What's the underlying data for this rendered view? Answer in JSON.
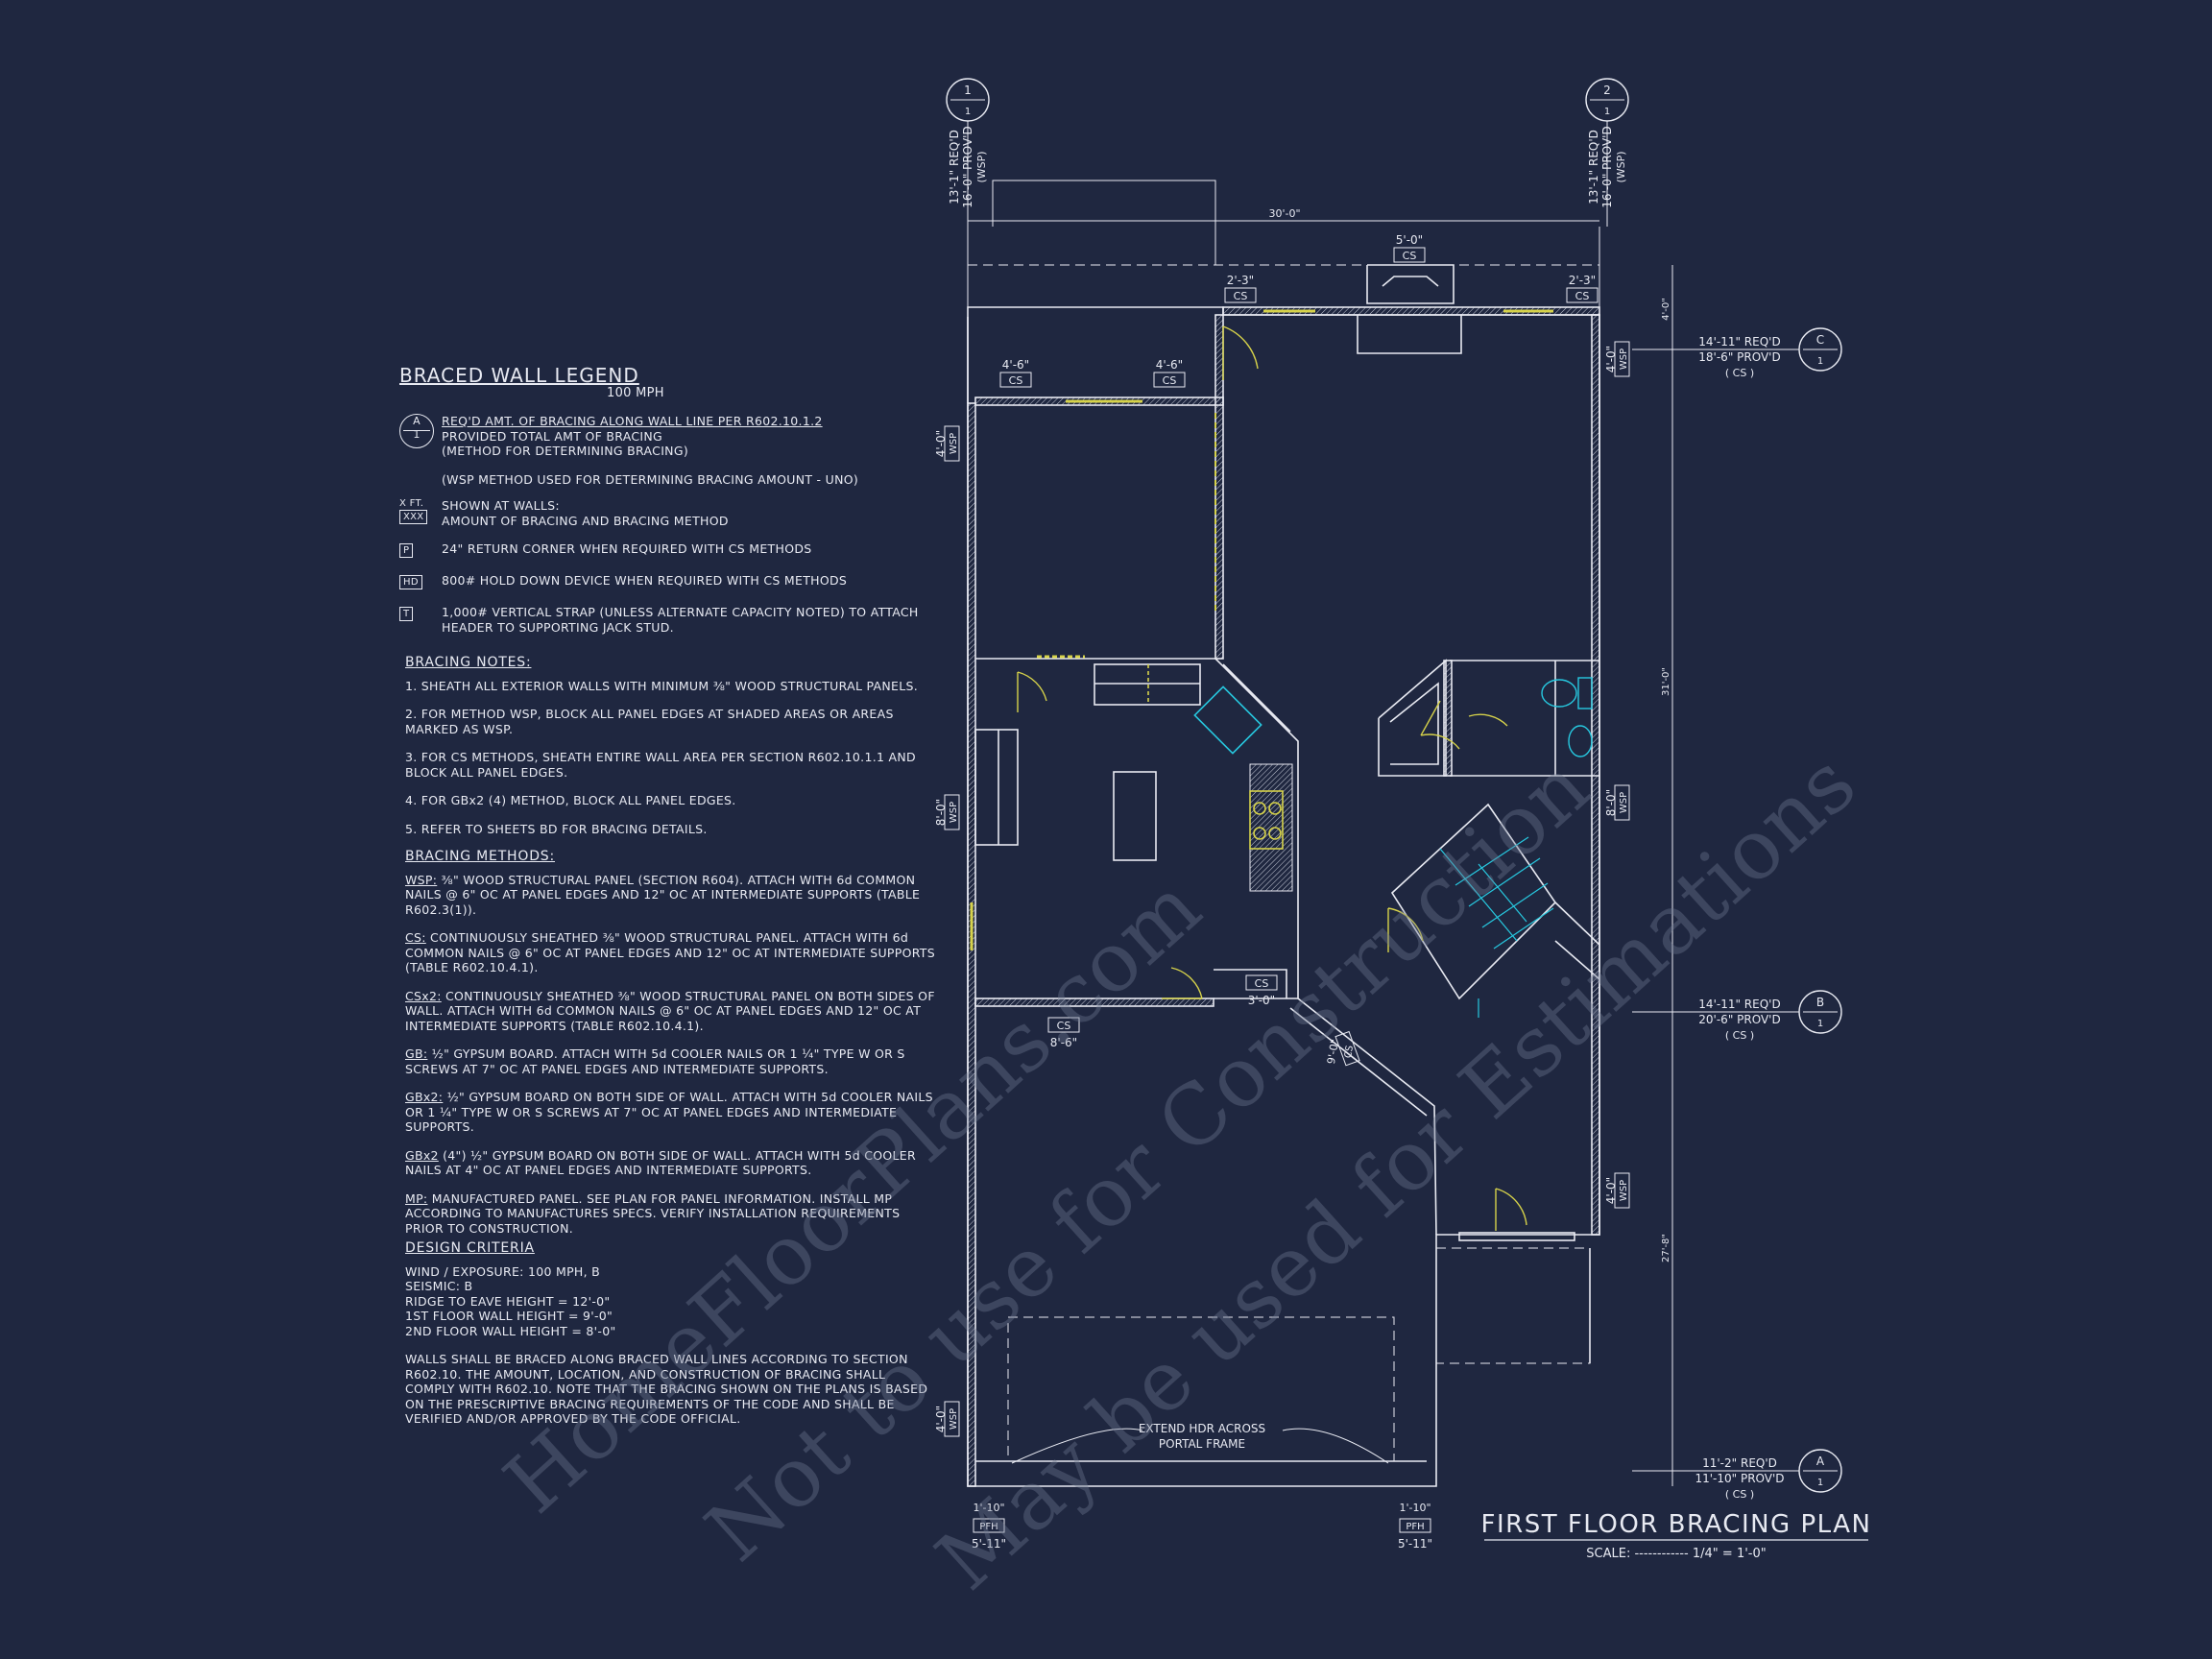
{
  "legend": {
    "title": "BRACED WALL LEGEND",
    "speed": "100 MPH",
    "circle_top": "A",
    "circle_bottom": "1",
    "req_line": "REQ'D AMT. OF BRACING ALONG WALL LINE PER R602.10.1.2",
    "prov_line": "PROVIDED TOTAL AMT OF BRACING",
    "method_line": "(METHOD FOR DETERMINING BRACING)",
    "wsp_note": "(WSP METHOD USED FOR DETERMINING BRACING AMOUNT - UNO)",
    "xft_sym": "X FT.",
    "xxx_sym": "XXX",
    "shown_line": "SHOWN AT WALLS:",
    "amount_line": "AMOUNT OF BRACING AND BRACING METHOD",
    "p_sym": "P",
    "p_text": "24\" RETURN CORNER WHEN REQUIRED WITH CS METHODS",
    "hd_sym": "HD",
    "hd_text": "800# HOLD DOWN DEVICE WHEN REQUIRED WITH CS METHODS",
    "t_sym": "T",
    "t_text": "1,000# VERTICAL STRAP (UNLESS ALTERNATE CAPACITY NOTED) TO ATTACH HEADER TO SUPPORTING JACK STUD."
  },
  "notes": {
    "title": "BRACING NOTES:",
    "items": [
      "1. SHEATH ALL EXTERIOR WALLS WITH MINIMUM ⅜\" WOOD STRUCTURAL PANELS.",
      "2. FOR METHOD WSP, BLOCK ALL PANEL EDGES AT SHADED AREAS OR AREAS MARKED AS WSP.",
      "3. FOR CS METHODS, SHEATH ENTIRE WALL AREA PER SECTION R602.10.1.1 AND BLOCK ALL PANEL EDGES.",
      "4. FOR GBx2 (4) METHOD, BLOCK ALL PANEL EDGES.",
      "5. REFER TO SHEETS BD FOR BRACING DETAILS."
    ]
  },
  "methods": {
    "title": "BRACING METHODS:",
    "items": [
      {
        "k": "WSP:",
        "v": " ⅜\" WOOD STRUCTURAL PANEL (SECTION R604). ATTACH WITH 6d COMMON NAILS @ 6\" OC AT PANEL EDGES AND 12\" OC AT INTERMEDIATE SUPPORTS (TABLE R602.3(1))."
      },
      {
        "k": "CS:",
        "v": " CONTINUOUSLY SHEATHED ⅜\" WOOD STRUCTURAL PANEL. ATTACH WITH 6d COMMON NAILS @ 6\" OC AT PANEL EDGES AND 12\" OC AT INTERMEDIATE SUPPORTS (TABLE R602.10.4.1)."
      },
      {
        "k": "CSx2:",
        "v": " CONTINUOUSLY SHEATHED ⅜\" WOOD STRUCTURAL PANEL ON BOTH SIDES OF WALL. ATTACH WITH 6d COMMON NAILS @ 6\" OC AT PANEL EDGES AND 12\" OC AT INTERMEDIATE SUPPORTS (TABLE R602.10.4.1)."
      },
      {
        "k": "GB:",
        "v": " ½\" GYPSUM BOARD. ATTACH WITH 5d COOLER NAILS OR 1 ¼\" TYPE W OR S SCREWS AT 7\" OC AT PANEL EDGES AND INTERMEDIATE SUPPORTS."
      },
      {
        "k": "GBx2:",
        "v": " ½\" GYPSUM BOARD ON BOTH SIDE OF WALL. ATTACH WITH 5d COOLER NAILS OR 1 ¼\" TYPE W OR S SCREWS AT 7\" OC AT PANEL EDGES AND INTERMEDIATE SUPPORTS."
      },
      {
        "k": "GBx2",
        "v": " (4\") ½\" GYPSUM BOARD ON BOTH SIDE OF WALL. ATTACH WITH 5d COOLER NAILS AT 4\" OC AT PANEL EDGES AND INTERMEDIATE SUPPORTS."
      },
      {
        "k": "MP:",
        "v": " MANUFACTURED PANEL. SEE PLAN FOR PANEL INFORMATION. INSTALL MP ACCORDING TO MANUFACTURES SPECS. VERIFY INSTALLATION REQUIREMENTS PRIOR TO CONSTRUCTION."
      }
    ]
  },
  "criteria": {
    "title": "DESIGN CRITERIA",
    "lines": [
      "WIND / EXPOSURE:  100 MPH, B",
      "SEISMIC:  B",
      "RIDGE TO EAVE HEIGHT = 12'-0\"",
      "1ST FLOOR WALL HEIGHT = 9'-0\"",
      "2ND FLOOR WALL HEIGHT = 8'-0\""
    ],
    "paragraph": "WALLS SHALL BE BRACED ALONG BRACED WALL LINES ACCORDING TO SECTION R602.10. THE AMOUNT, LOCATION, AND CONSTRUCTION OF BRACING SHALL COMPLY WITH R602.10. NOTE THAT THE BRACING SHOWN ON THE PLANS IS BASED ON THE PRESCRIPTIVE BRACING REQUIREMENTS OF THE CODE AND SHALL BE VERIFIED AND/OR APPROVED BY THE CODE OFFICIAL."
  },
  "plan": {
    "title": "FIRST FLOOR BRACING PLAN",
    "scale_label": "SCALE: ------------ 1/4\" = 1'-0\"",
    "overall_width": "30'-0\"",
    "grid1": {
      "top": "1",
      "bottom": "1",
      "req": "13'-1\" REQ'D",
      "prov": "16'-0\" PROV'D",
      "method": "(WSP)"
    },
    "grid2": {
      "top": "2",
      "bottom": "1",
      "req": "13'-1\" REQ'D",
      "prov": "16'-0\" PROV'D",
      "method": "(WSP)"
    },
    "gridC": {
      "top": "C",
      "bottom": "1",
      "req": "14'-11\" REQ'D",
      "prov": "18'-6\" PROV'D",
      "method": "( CS )"
    },
    "gridB": {
      "top": "B",
      "bottom": "1",
      "req": "14'-11\" REQ'D",
      "prov": "20'-6\" PROV'D",
      "method": "( CS )"
    },
    "gridA": {
      "top": "A",
      "bottom": "1",
      "req": "11'-2\" REQ'D",
      "prov": "11'-10\" PROV'D",
      "method": "( CS )"
    },
    "seg_top_center": "5'-0\"",
    "seg_top_left": "2'-3\"",
    "seg_top_right": "2'-3\"",
    "seg_4_6_a": "4'-6\"",
    "seg_4_6_b": "4'-6\"",
    "seg_3_0": "3'-0\"",
    "seg_8_6": "8'-6\"",
    "seg_diag": "9'-0\"",
    "cs": "CS",
    "wsp": "WSP",
    "wsp_4_0": "4'-0\"",
    "wsp_8_0": "8'-0\"",
    "pfh": "PFH",
    "pfh_dim": "5'-11\"",
    "pfh_top": "1'-10\"",
    "right_dim_top": "4'-0\"",
    "right_dim_mid": "31'-0\"",
    "right_dim_bot": "27'-8\"",
    "header_note_1": "EXTEND HDR ACROSS",
    "header_note_2": "PORTAL FRAME"
  },
  "watermark": {
    "line1": "HomeFloorPlans.com",
    "line2": "Not to use for Construction",
    "line3": "May be used for Estimations"
  },
  "colors": {
    "background": "#1f2740",
    "linework": "#e8eaf2",
    "bracing": "#d6d24a",
    "fixtures": "#27c9e0"
  }
}
